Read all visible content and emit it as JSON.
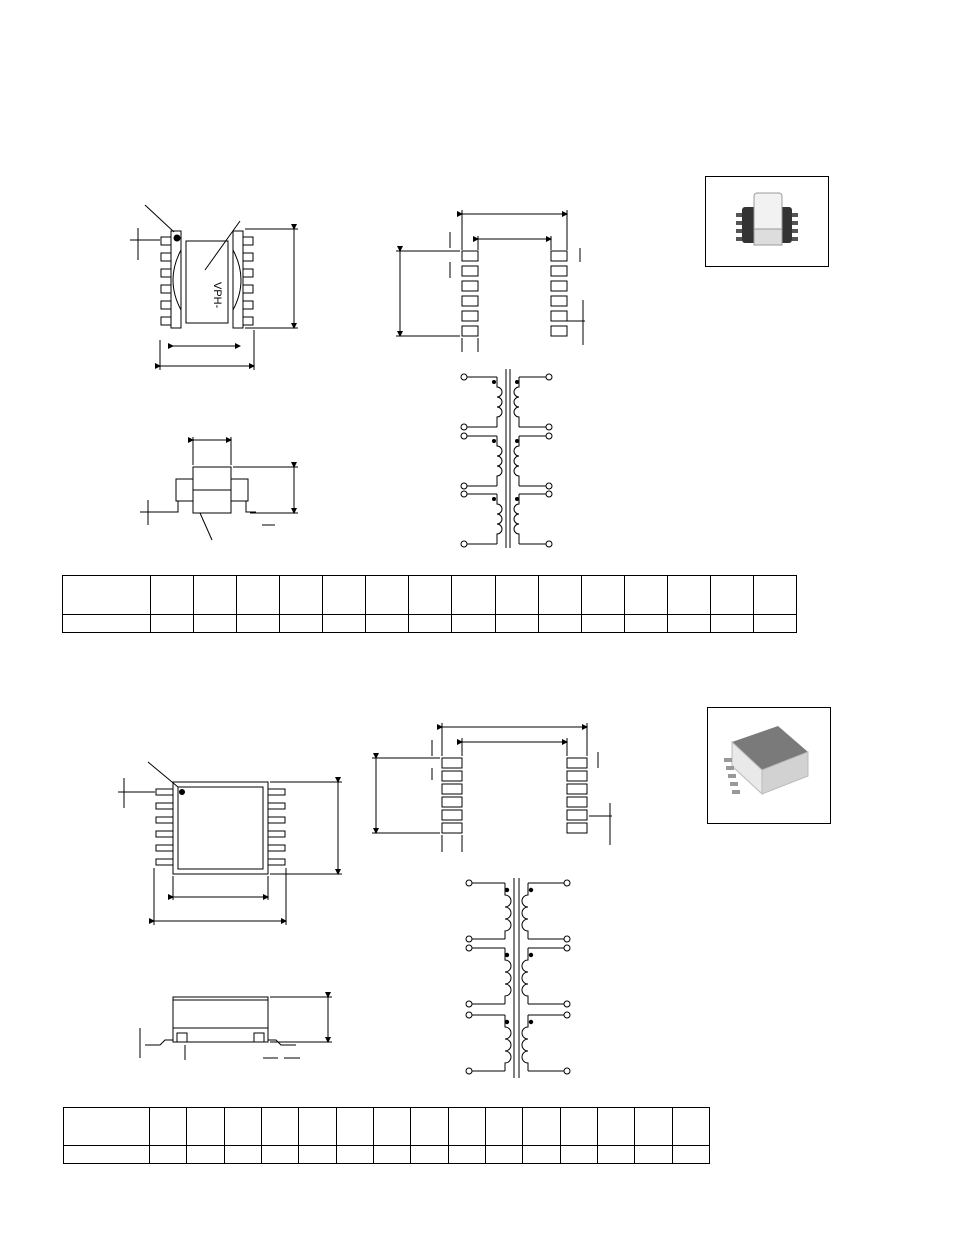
{
  "section_top": {
    "top_view": {
      "marking_text": "VPH-"
    },
    "table": {
      "columns": 16
    }
  },
  "section_bottom": {
    "table": {
      "columns": 16
    }
  },
  "photos": {
    "top": {
      "icon": "transformer-photo-icon"
    },
    "bottom": {
      "icon": "smd-transformer-photo-icon"
    }
  }
}
